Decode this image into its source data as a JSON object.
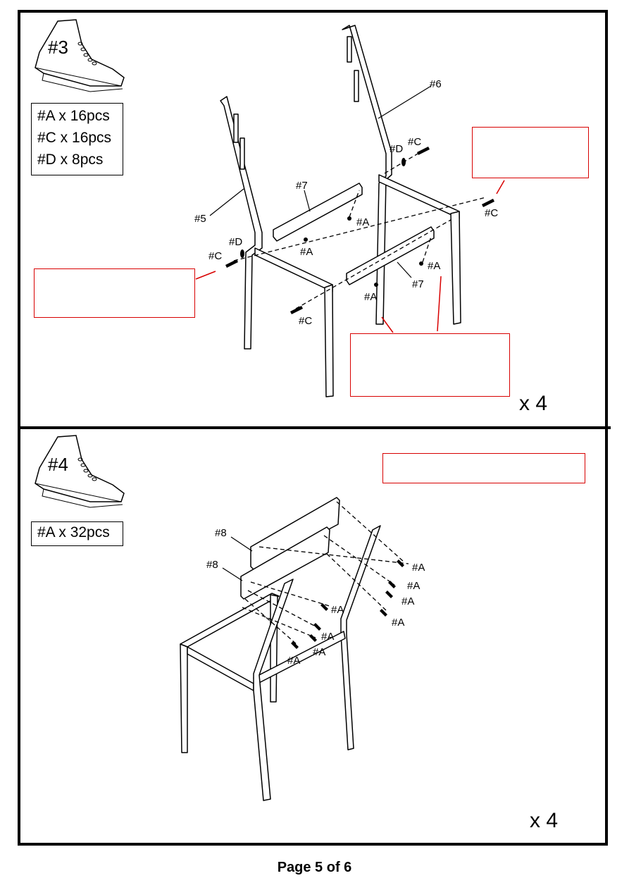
{
  "step3": {
    "step_label": "#3",
    "parts": [
      "#A x 16pcs",
      "#C x 16pcs",
      "#D x 8pcs"
    ],
    "labels": {
      "p5": "#5",
      "p6": "#6",
      "p7a": "#7",
      "p7b": "#7",
      "d1": "#D",
      "d2": "#D",
      "c1": "#C",
      "c2": "#C",
      "c3": "#C",
      "c4": "#C",
      "a1": "#A",
      "a2": "#A",
      "a3": "#A",
      "a4": "#A"
    },
    "multiplier": "x 4"
  },
  "step4": {
    "step_label": "#4",
    "parts": [
      "#A x 32pcs"
    ],
    "labels": {
      "p8a": "#8",
      "p8b": "#8",
      "a1": "#A",
      "a2": "#A",
      "a3": "#A",
      "a4": "#A",
      "a5": "#A",
      "a6": "#A",
      "a7": "#A",
      "a8": "#A"
    },
    "multiplier": "x 4"
  },
  "footer": "Page 5 of  6"
}
